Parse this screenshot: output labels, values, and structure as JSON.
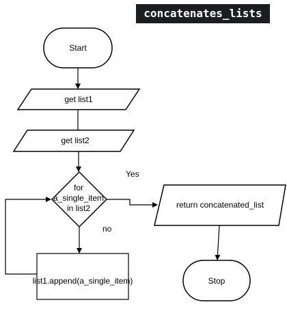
{
  "title": "concatenates_lists",
  "nodes": {
    "start": "Start",
    "get_list1": "get list1",
    "get_list2": "get list2",
    "decision": [
      "for",
      "a_single_item",
      "in list2"
    ],
    "append": "list1.append(a_single_item)",
    "return": "return concatenated_list",
    "stop": "Stop"
  },
  "edges": {
    "yes_label": "Yes",
    "no_label": "no"
  }
}
